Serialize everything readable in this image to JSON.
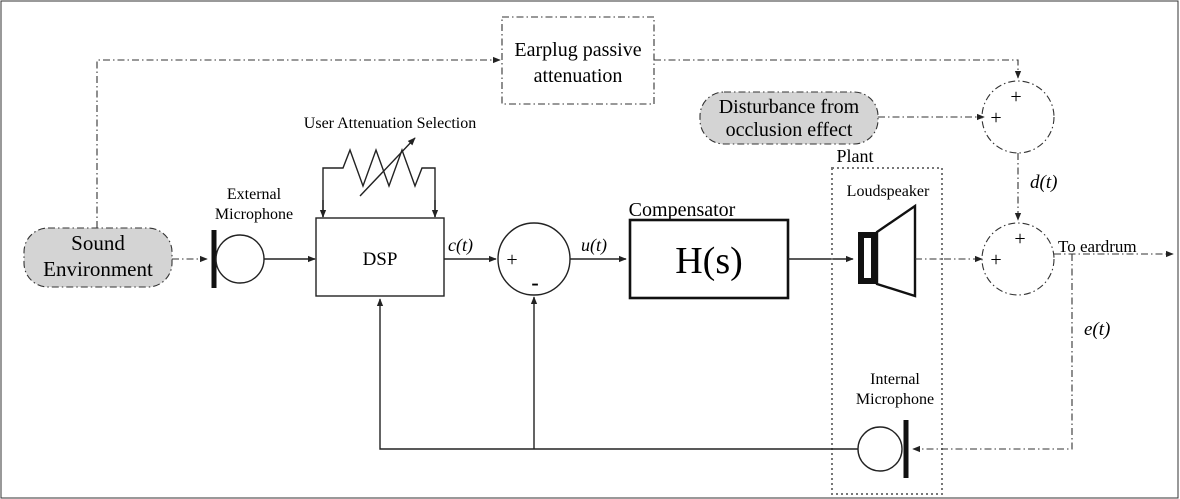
{
  "blocks": {
    "earplug": {
      "line1": "Earplug passive",
      "line2": "attenuation"
    },
    "disturbance": {
      "line1": "Disturbance from",
      "line2": "occlusion effect"
    },
    "sound_env": {
      "line1": "Sound",
      "line2": "Environment"
    },
    "dsp": "DSP",
    "compensator_title": "Compensator",
    "compensator_tf": "H(s)",
    "plant_title": "Plant"
  },
  "labels": {
    "user_attenuation": "User Attenuation Selection",
    "external_mic": {
      "line1": "External",
      "line2": "Microphone"
    },
    "loudspeaker": "Loudspeaker",
    "internal_mic": {
      "line1": "Internal",
      "line2": "Microphone"
    },
    "to_eardrum": "To eardrum"
  },
  "signals": {
    "c": "c(t)",
    "u": "u(t)",
    "d": "d(t)",
    "e": "e(t)"
  },
  "summing_signs": {
    "plus": "+",
    "minus": "-"
  }
}
